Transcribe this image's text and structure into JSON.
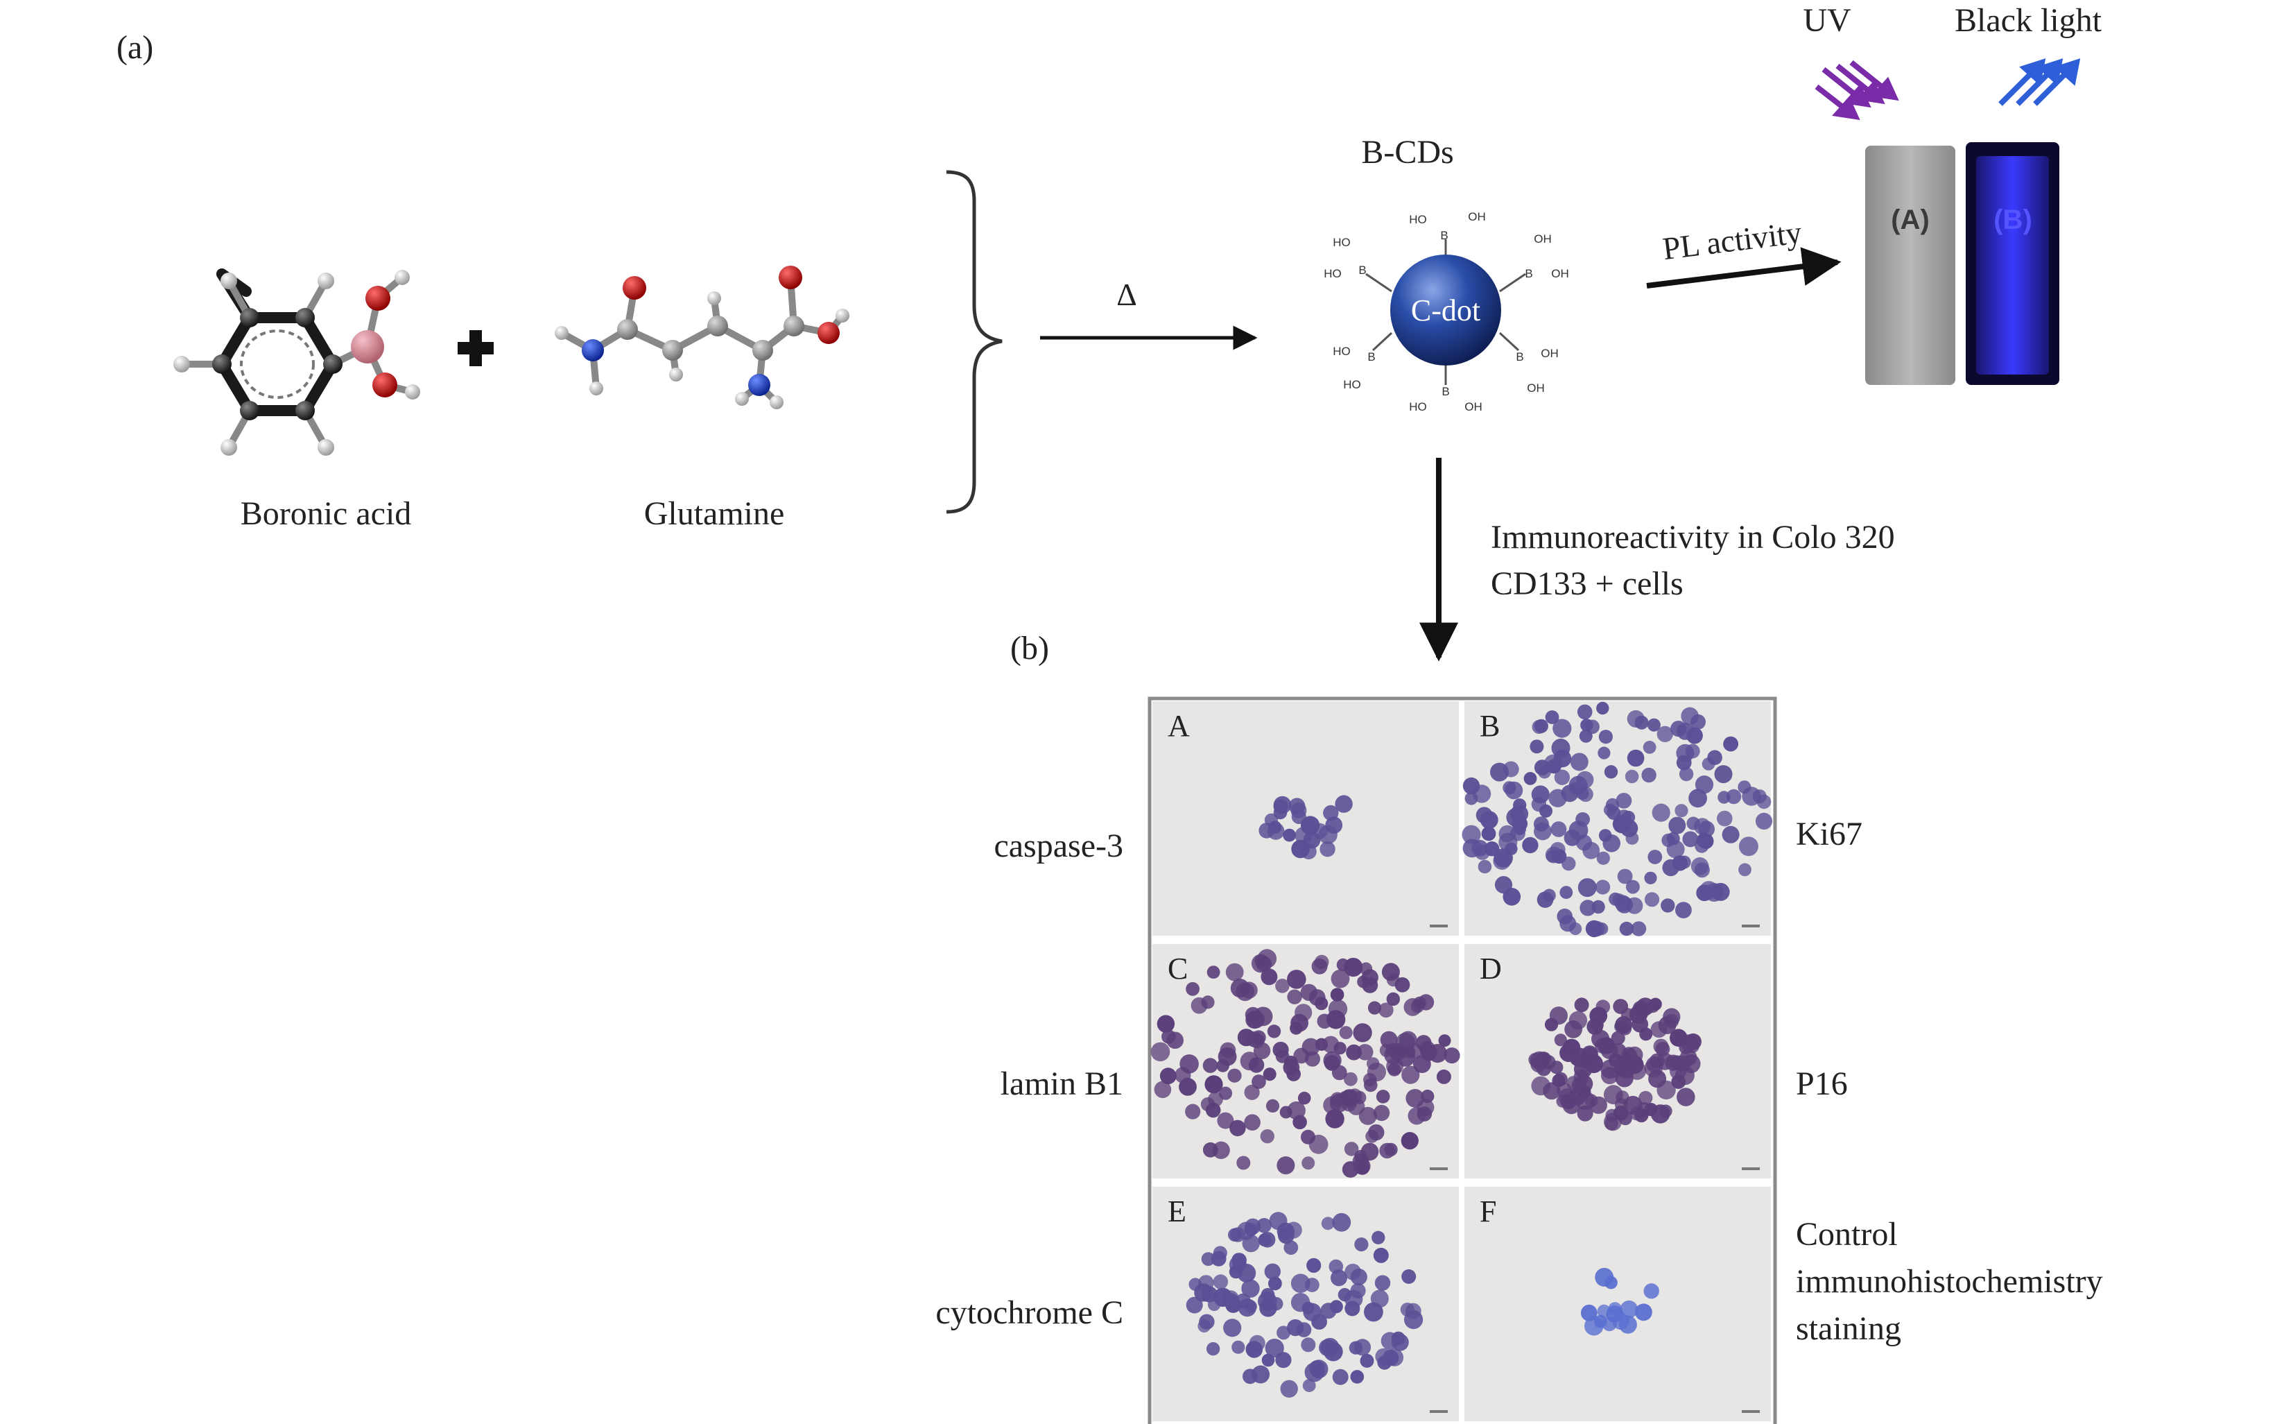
{
  "panel_a_label": "(a)",
  "panel_b_label": "(b)",
  "reactants": {
    "boronic_acid": "Boronic acid",
    "glutamine": "Glutamine",
    "plus_icon": "plus-icon"
  },
  "heat_symbol": "Δ",
  "product": {
    "title": "B-CDs",
    "core": "C-dot",
    "group_ho": "HO",
    "group_oh": "OH",
    "group_b": "B"
  },
  "pl": {
    "label": "PL activity",
    "uv": "UV",
    "black_light": "Black light",
    "vial_a": "(A)",
    "vial_b": "(B)"
  },
  "immuno": {
    "line1": "Immunoreactivity in Colo 320",
    "line2": "CD133 + cells"
  },
  "micrographs": [
    {
      "letter": "A",
      "stain": "caspase-3"
    },
    {
      "letter": "B",
      "stain": "Ki67"
    },
    {
      "letter": "C",
      "stain": "lamin B1"
    },
    {
      "letter": "D",
      "stain": "P16"
    },
    {
      "letter": "E",
      "stain": "cytochrome C"
    },
    {
      "letter": "F",
      "stain_lines": [
        "Control",
        "immunohistochemistry",
        "staining"
      ]
    }
  ],
  "colors": {
    "arrow": "#111111",
    "uv_arrow": "#7a2ba8",
    "black_light_arrow": "#2e5fd8",
    "cdot": "#1d3a86",
    "cell": "#5c4f96",
    "control_cell": "#5a6fd0",
    "micro_bg": "#e8e6e4"
  }
}
